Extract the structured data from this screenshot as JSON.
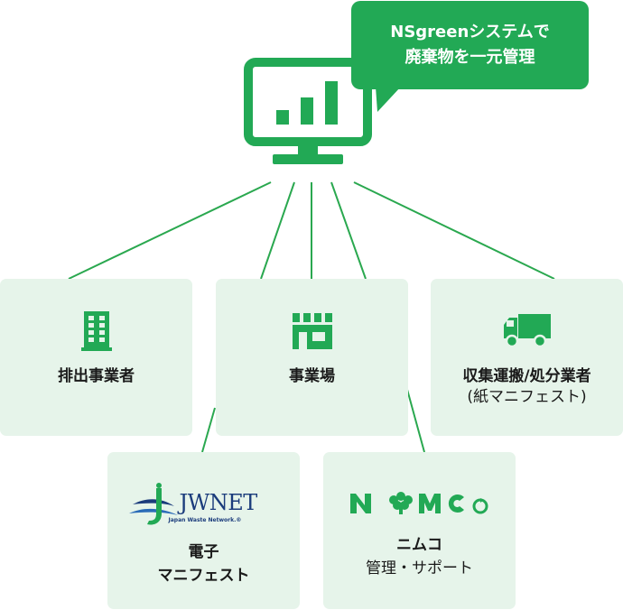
{
  "bubble": {
    "line1": "NSgreenシステムで",
    "line2": "廃棄物を一元管理"
  },
  "nodes": {
    "discharger": {
      "label": "排出事業者",
      "icon": "office-building-icon"
    },
    "site": {
      "label": "事業場",
      "icon": "storefront-icon"
    },
    "transport": {
      "label": "収集運搬/処分業者",
      "sub": "(紙マニフェスト)",
      "icon": "truck-icon"
    },
    "jwnet": {
      "label_line1": "電子",
      "label_line2": "マニフェスト",
      "logo_text": "JWNET",
      "logo_sub": "Japan Waste Network.®",
      "icon": "jwnet-logo"
    },
    "nimco": {
      "label": "ニムコ",
      "sub": "管理・サポート",
      "logo_text": "NIMCO",
      "icon": "nimco-logo"
    }
  },
  "colors": {
    "accent": "#22a955",
    "box_bg": "#e6f4ea",
    "line": "#2aa84f"
  }
}
